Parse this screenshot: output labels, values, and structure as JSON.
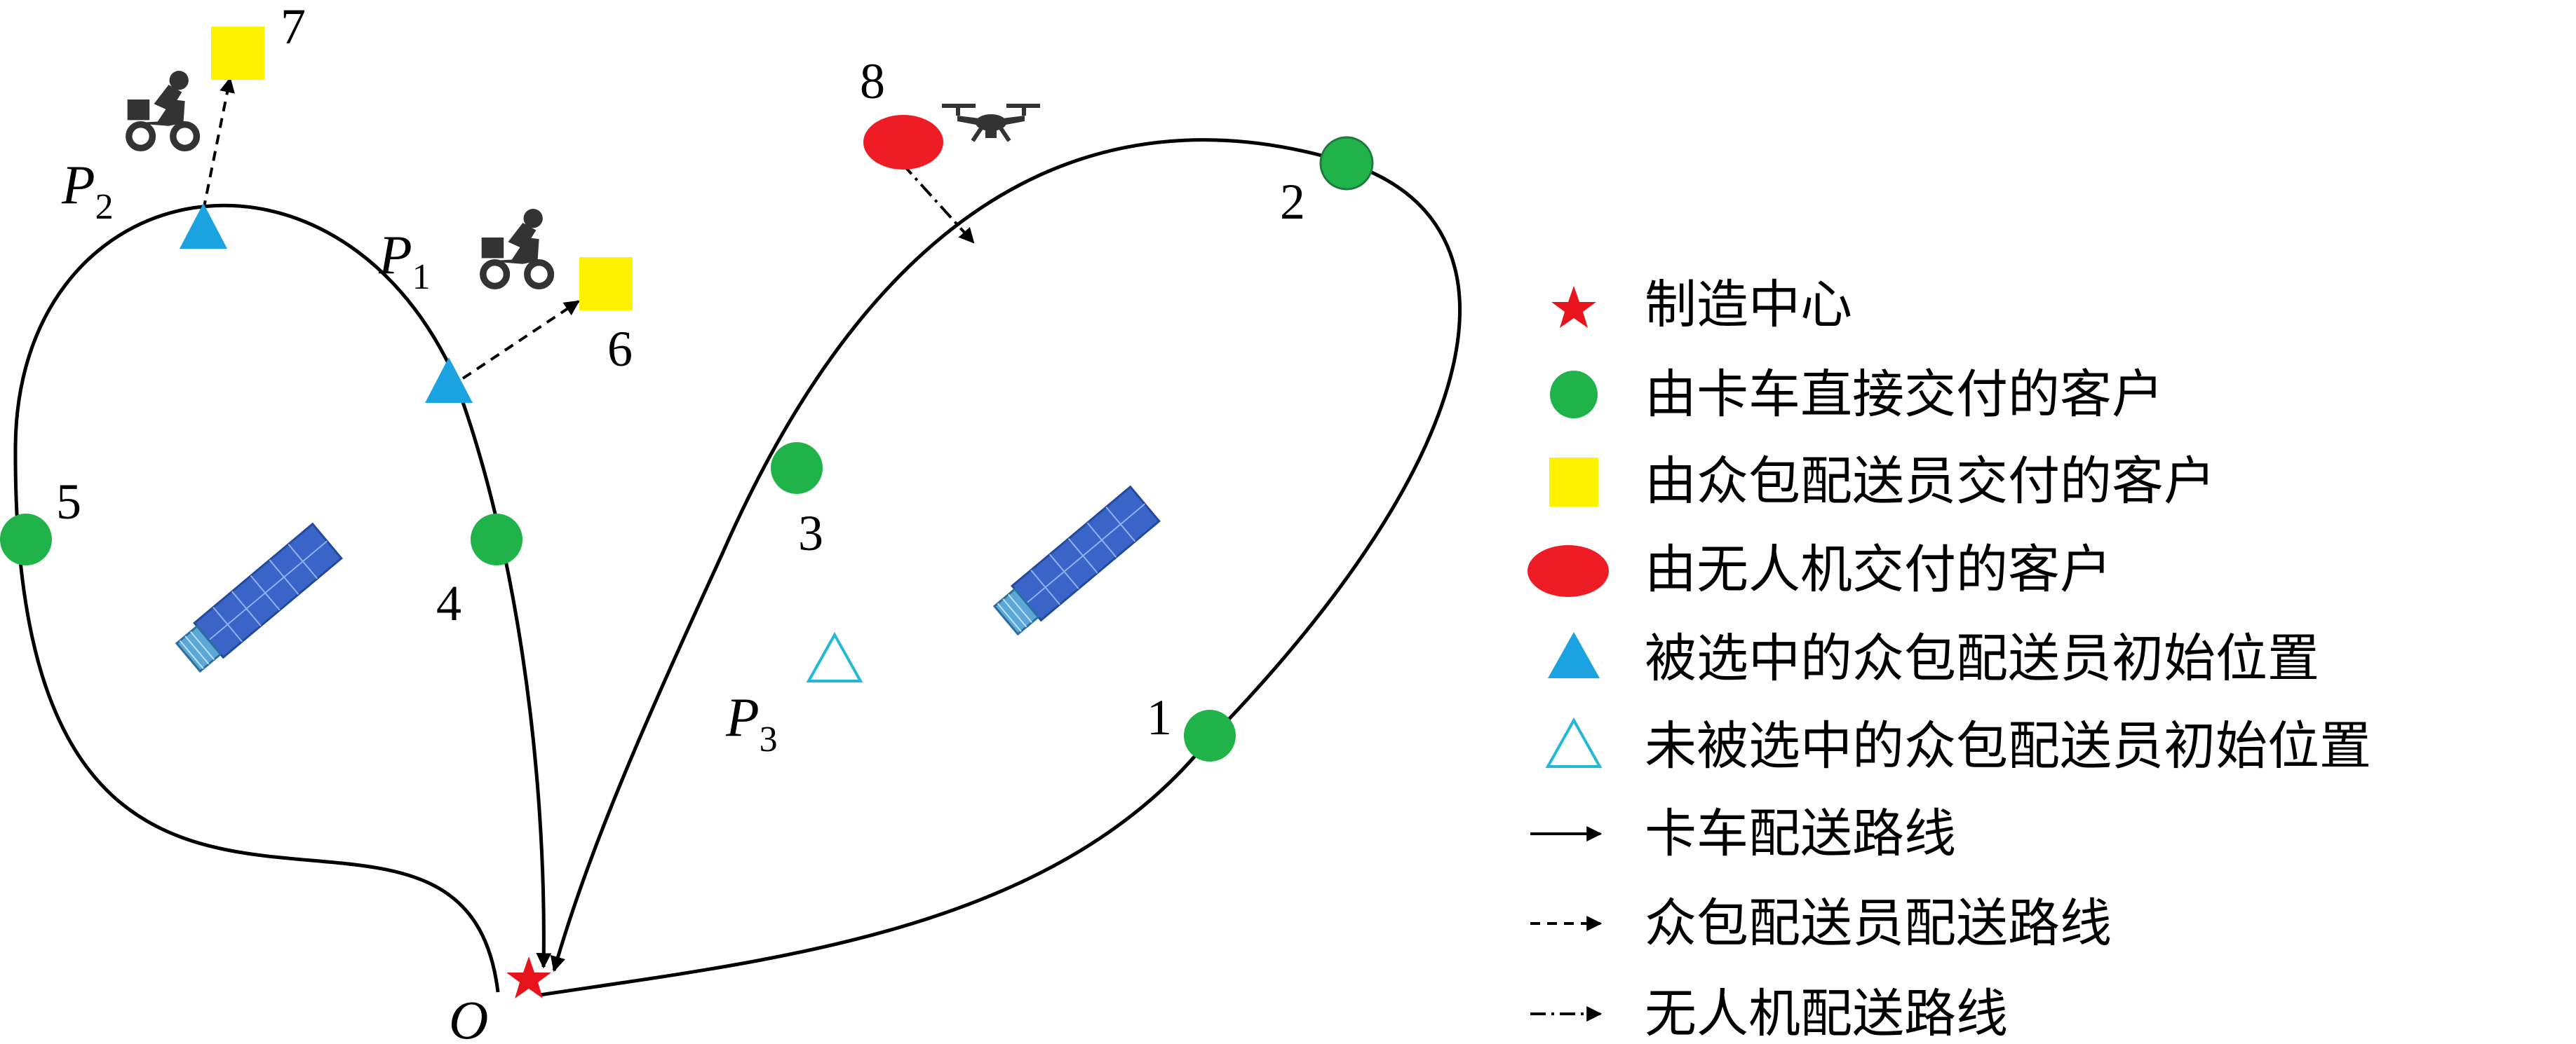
{
  "colors": {
    "route": "#000000",
    "depot_star": "#e8141b",
    "truck_customer": "#1fb34a",
    "crowd_customer": "#fff200",
    "drone_customer": "#ee1c25",
    "selected_crowd": "#1aa3e0",
    "unselected_crowd": "#23b9d6"
  },
  "nodes": {
    "depot": "O",
    "customers": [
      "1",
      "2",
      "3",
      "4",
      "5",
      "6",
      "7",
      "8"
    ],
    "crowdsourcers": [
      {
        "letter": "P",
        "sub": "1"
      },
      {
        "letter": "P",
        "sub": "2"
      },
      {
        "letter": "P",
        "sub": "3"
      }
    ]
  },
  "icons": {
    "courier": "scooter-courier-icon",
    "drone": "drone-icon",
    "satellite": "satellite-icon"
  },
  "legend": [
    {
      "symbol": "red-star",
      "label": "制造中心"
    },
    {
      "symbol": "green-circle",
      "label": "由卡车直接交付的客户"
    },
    {
      "symbol": "yellow-square",
      "label": "由众包配送员交付的客户"
    },
    {
      "symbol": "red-ellipse",
      "label": "由无人机交付的客户"
    },
    {
      "symbol": "filled-blue-triangle",
      "label": "被选中的众包配送员初始位置"
    },
    {
      "symbol": "hollow-blue-triangle",
      "label": "未被选中的众包配送员初始位置"
    },
    {
      "symbol": "solid-arrow",
      "label": "卡车配送路线"
    },
    {
      "symbol": "dashed-arrow",
      "label": "众包配送员配送路线"
    },
    {
      "symbol": "dashdot-arrow",
      "label": "无人机配送路线"
    }
  ]
}
